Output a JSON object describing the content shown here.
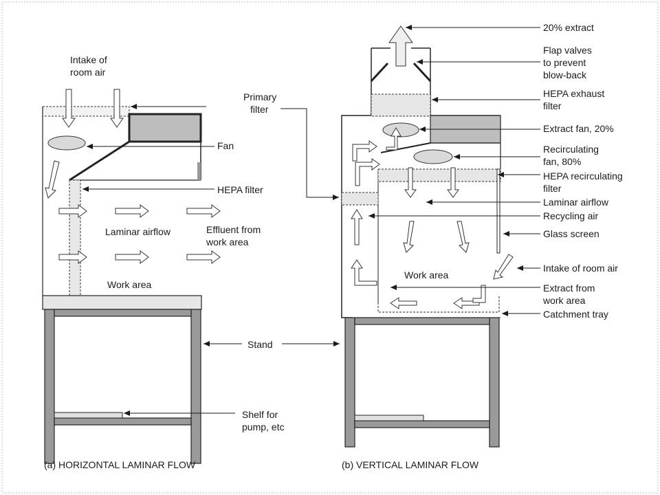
{
  "labels": {
    "intake_room_air_a": [
      "Intake of",
      "room air"
    ],
    "primary_filter": [
      "Primary",
      "filter"
    ],
    "fan": "Fan",
    "hepa_filter": "HEPA filter",
    "laminar_airflow_a": "Laminar airflow",
    "effluent": [
      "Effluent from",
      "work area"
    ],
    "work_area_a": "Work area",
    "stand": "Stand",
    "shelf": [
      "Shelf for",
      "pump, etc"
    ],
    "extract_20": "20% extract",
    "flap_valves": [
      "Flap valves",
      "to prevent",
      "blow-back"
    ],
    "hepa_exhaust": [
      "HEPA exhaust",
      "filter"
    ],
    "extract_fan": "Extract fan, 20%",
    "recirc_fan": [
      "Recirculating",
      "fan, 80%"
    ],
    "hepa_recirc": [
      "HEPA recirculating",
      "filter"
    ],
    "laminar_airflow_b": "Laminar airflow",
    "recycling_air": "Recycling air",
    "glass_screen": "Glass screen",
    "intake_room_air_b": "Intake of room air",
    "extract_work_area": [
      "Extract from",
      "work area"
    ],
    "catchment_tray": "Catchment tray",
    "work_area_b": "Work area"
  },
  "captions": {
    "a": "(a) HORIZONTAL LAMINAR FLOW",
    "b": "(b) VERTICAL LAMINAR FLOW"
  }
}
